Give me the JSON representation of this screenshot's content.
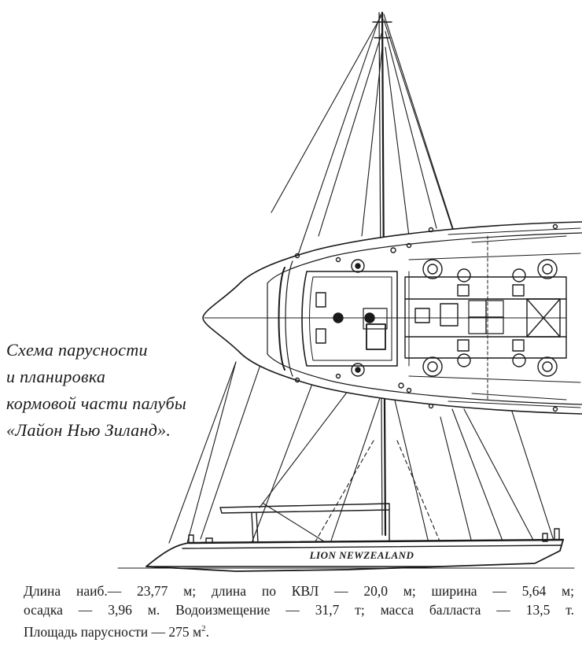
{
  "caption": {
    "line1": "Схема парусности",
    "line2": "и планировка",
    "line3": "кормовой части палубы",
    "line4": "«Лайон Нью Зиланд»."
  },
  "hull_label": "LION   NEWZEALAND",
  "specs": {
    "line1": "Длина наиб.— 23,77 м; длина по КВЛ — 20,0 м; ширина — 5,64 м;",
    "line2": "осадка — 3,96 м. Водоизмещение — 31,7 т; масса балласта — 13,5 т.",
    "line3_prefix": "Площадь парусности — 275 м",
    "line3_sup": "2",
    "line3_suffix": "."
  },
  "colors": {
    "ink": "#1a1a1a",
    "paper": "#ffffff"
  }
}
